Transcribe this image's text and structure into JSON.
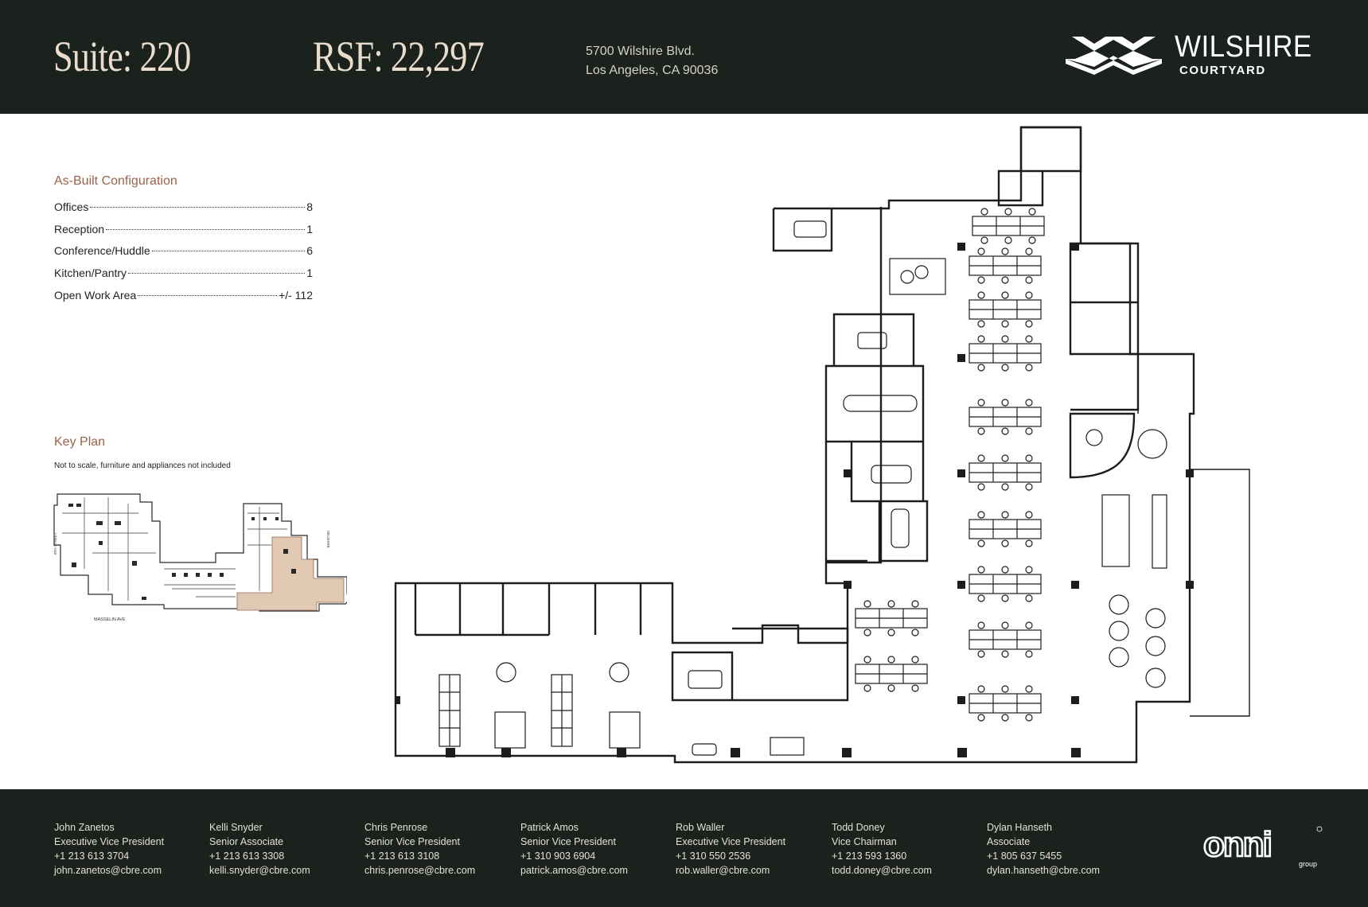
{
  "header": {
    "suite": "Suite: 220",
    "rsf": "RSF: 22,297",
    "address_line1": "5700 Wilshire Blvd.",
    "address_line2": "Los Angeles, CA 90036",
    "brand_name": "WILSHIRE",
    "brand_sub": "COURTYARD"
  },
  "configuration": {
    "title": "As-Built Configuration",
    "items": [
      {
        "label": "Offices",
        "value": "8"
      },
      {
        "label": "Reception",
        "value": "1"
      },
      {
        "label": "Conference/Huddle",
        "value": "6"
      },
      {
        "label": "Kitchen/Pantry",
        "value": "1"
      },
      {
        "label": "Open Work Area",
        "value": "+/- 112"
      }
    ]
  },
  "key_plan": {
    "title": "Key Plan",
    "note": "Not to scale, furniture and appliances not included",
    "street_bottom": "MASSELIN AVE",
    "street_left": "6TH STREET",
    "street_right": "WILSHIRE",
    "highlight_color": "#e2c9b4"
  },
  "contacts": [
    {
      "name": "John Zanetos",
      "title": "Executive Vice President",
      "phone": "+1 213 613 3704",
      "email": "john.zanetos@cbre.com"
    },
    {
      "name": "Kelli Snyder",
      "title": "Senior Associate",
      "phone": "+1 213 613 3308",
      "email": "kelli.snyder@cbre.com"
    },
    {
      "name": "Chris Penrose",
      "title": "Senior Vice President",
      "phone": "+1 213 613 3108",
      "email": "chris.penrose@cbre.com"
    },
    {
      "name": "Patrick Amos",
      "title": "Senior Vice President",
      "phone": "+1 310 903 6904",
      "email": "patrick.amos@cbre.com"
    },
    {
      "name": "Rob Waller",
      "title": "Executive Vice President",
      "phone": "+1 310 550 2536",
      "email": "rob.waller@cbre.com"
    },
    {
      "name": "Todd Doney",
      "title": "Vice Chairman",
      "phone": "+1 213 593 1360",
      "email": "todd.doney@cbre.com"
    },
    {
      "name": "Dylan Hanseth",
      "title": "Associate",
      "phone": "+1 805 637 5455",
      "email": "dylan.hanseth@cbre.com"
    }
  ],
  "footer_logo": {
    "name": "onni",
    "sub": "group"
  },
  "colors": {
    "header_bg": "#1b221d",
    "accent": "#9a634a",
    "title_text": "#e9dccd"
  }
}
